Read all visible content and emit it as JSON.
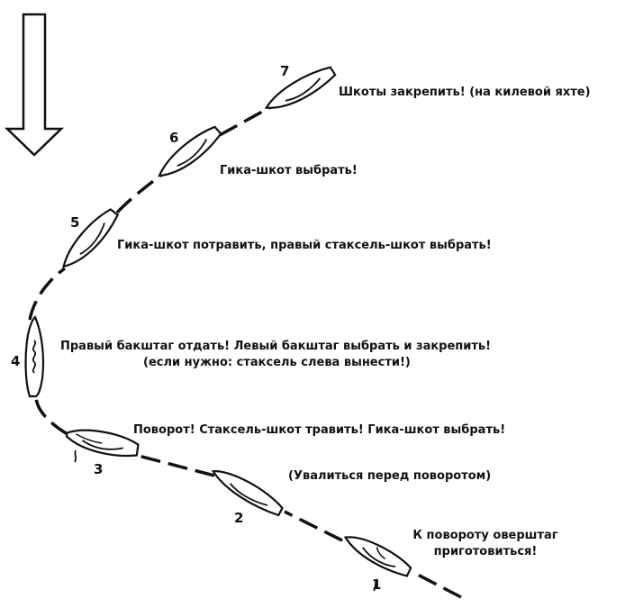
{
  "steps": [
    {
      "number": "1",
      "command": "К повороту оверштаг",
      "command2": "приготовиться!"
    },
    {
      "number": "2",
      "command": "(Увалиться перед поворотом)"
    },
    {
      "number": "3",
      "command": "Поворот! Стаксель-шкот травить! Гика-шкот выбрать!"
    },
    {
      "number": "4",
      "command": "Правый бакштаг отдать! Левый бакштаг выбрать и закрепить!",
      "command2": "(если нужно: стаксель слева вынести!)"
    },
    {
      "number": "5",
      "command": "Гика-шкот потравить, правый стаксель-шкот выбрать!"
    },
    {
      "number": "6",
      "command": "Гика-шкот выбрать!"
    },
    {
      "number": "7",
      "command": "Шкоты закрепить! (на килевой яхте)"
    }
  ],
  "wind_arrow": {
    "icon": "down-arrow-icon",
    "color": "#000000"
  },
  "colors": {
    "ink": "#111111",
    "background": "#ffffff"
  }
}
